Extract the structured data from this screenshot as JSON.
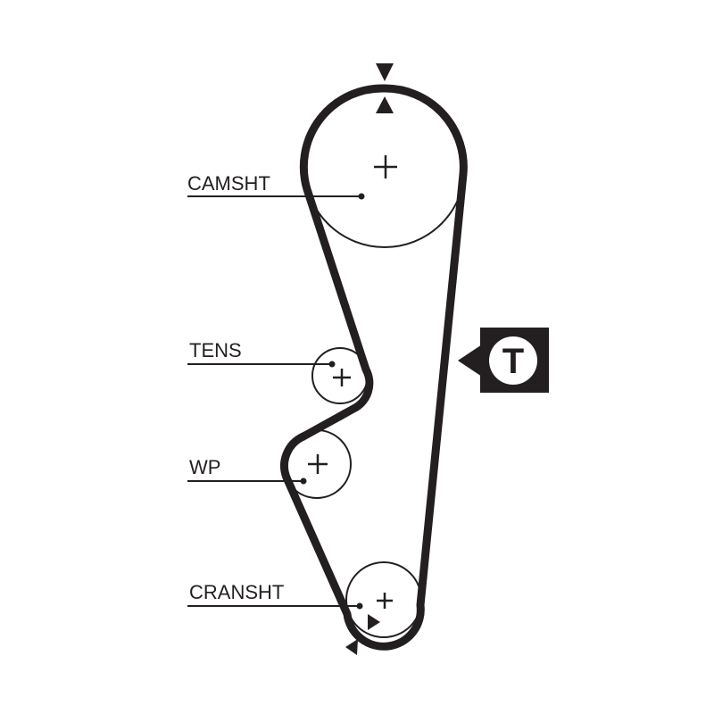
{
  "labels": {
    "camshaft": "CAMSHT",
    "tensioner": "TENS",
    "water_pump": "WP",
    "crankshaft": "CRANSHT"
  },
  "tension_badge": "T",
  "colors": {
    "ink": "#231f20",
    "background": "#ffffff"
  }
}
